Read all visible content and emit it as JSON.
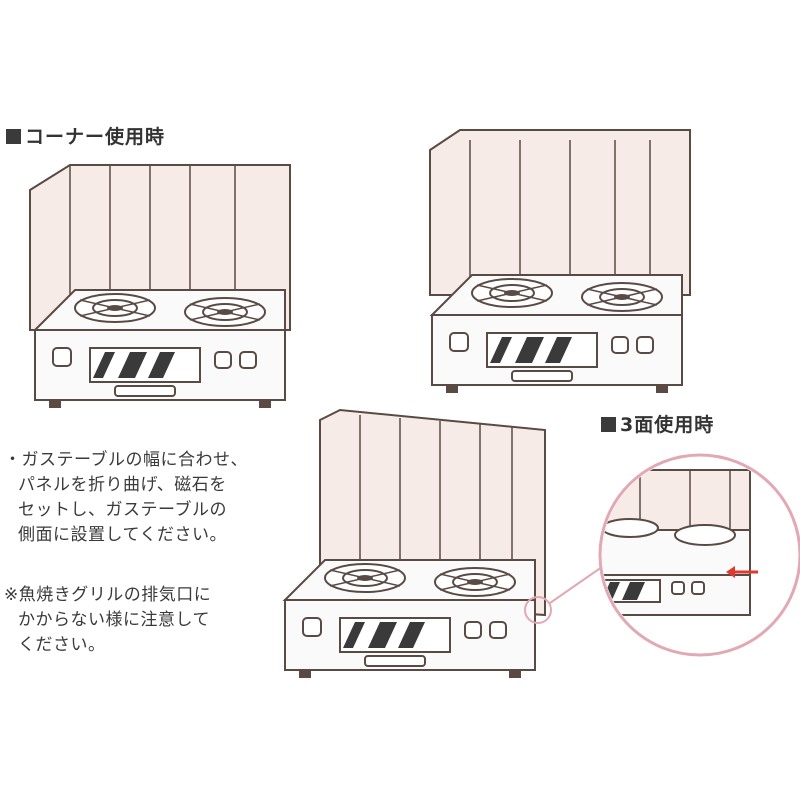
{
  "sections": {
    "corner": {
      "title": "コーナー使用時"
    },
    "three_side": {
      "title": "3面使用時"
    }
  },
  "instructions": {
    "main": [
      "・ガステーブルの幅に合わせ、",
      "パネルを折り曲げ、磁石を",
      "セットし、ガステーブルの",
      "側面に設置してください。"
    ],
    "note": [
      "※魚焼きグリルの排気口に",
      "かからない様に注意して",
      "ください。"
    ]
  },
  "colors": {
    "panel_fill": "#f6ebe6",
    "line": "#5a4a44",
    "callout_ring": "#e2a9b4",
    "magnet_arrow": "#e03a30"
  }
}
